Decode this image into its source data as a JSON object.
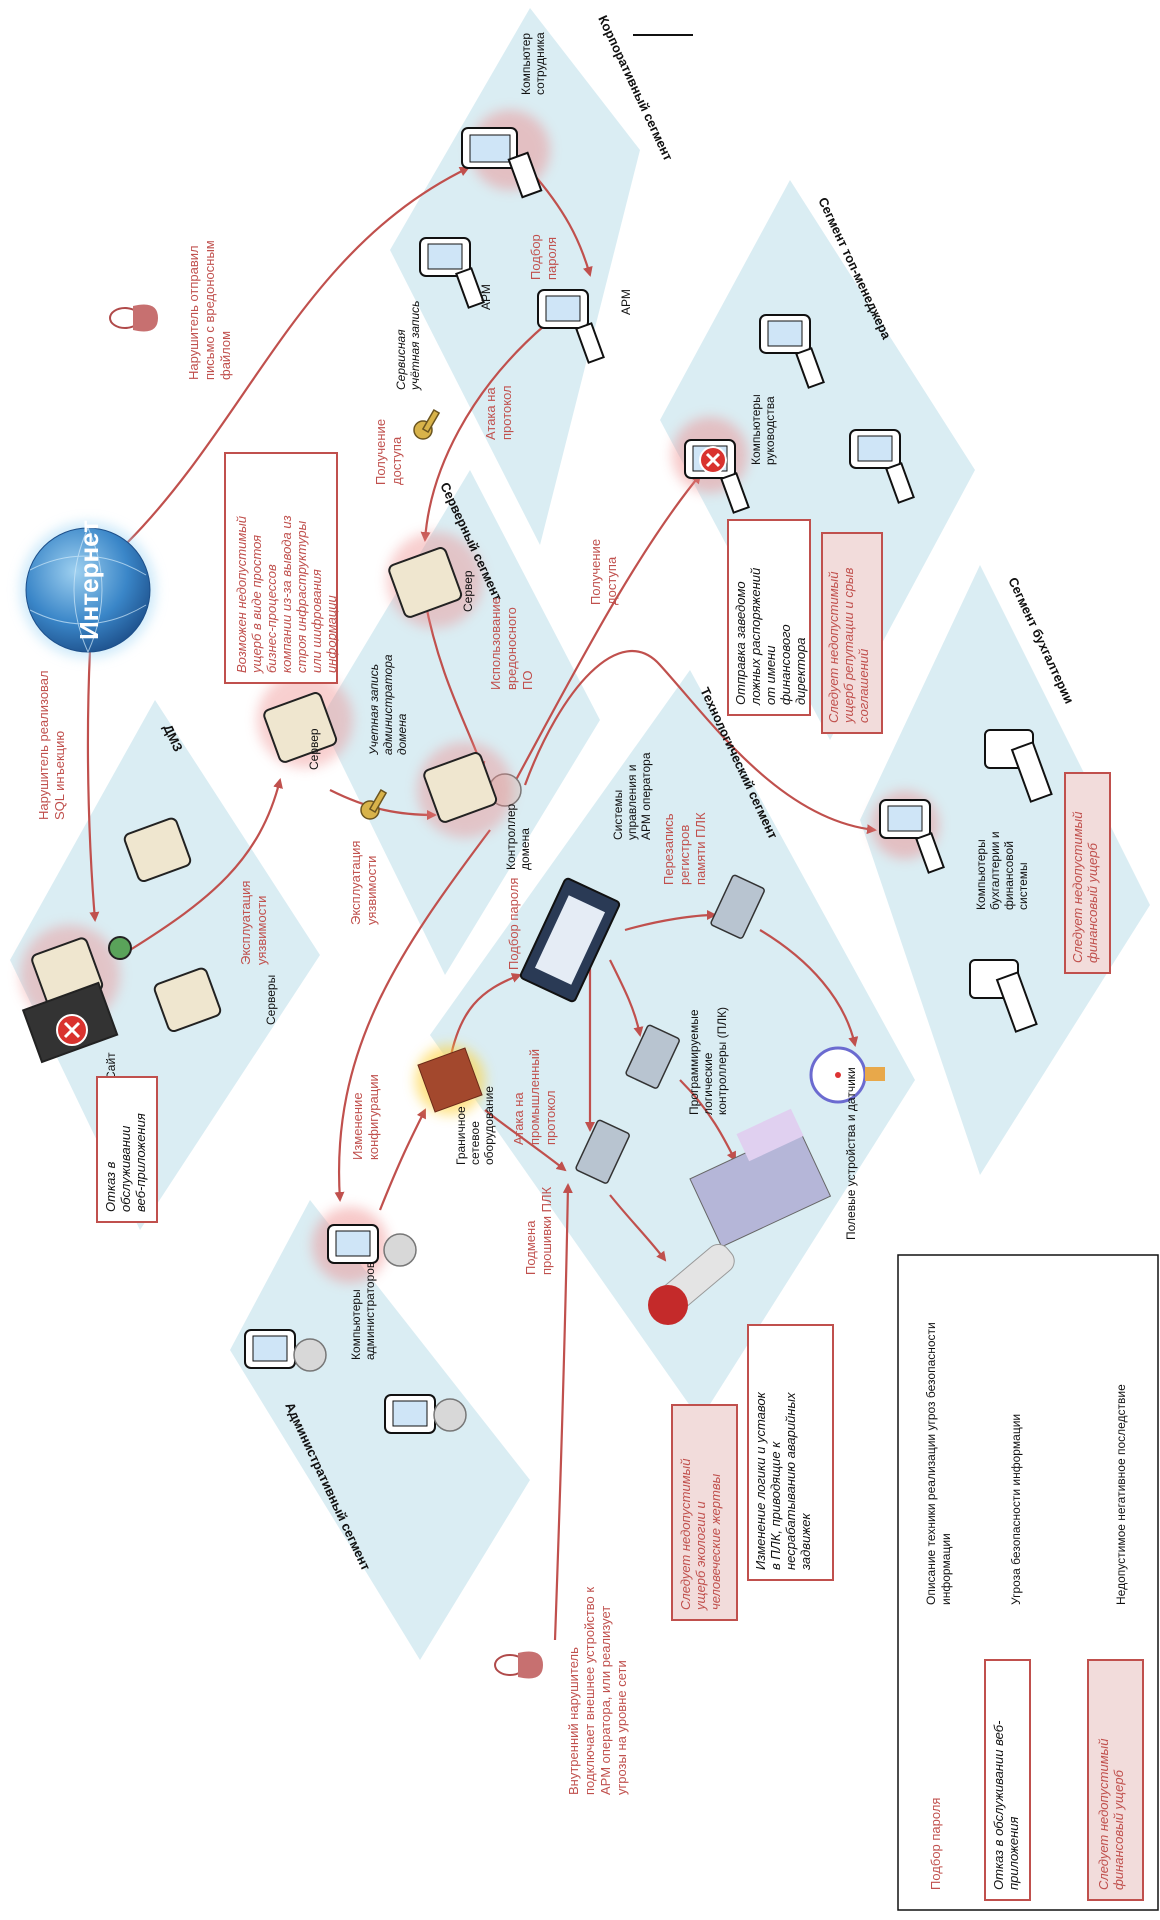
{
  "segments": {
    "corporate": "Корпоративный сегмент",
    "top_management": "Сегмент топ-менеджера",
    "server": "Серверный сегмент",
    "dmz": "ДМЗ",
    "technological": "Технологический сегмент",
    "accounting": "Сегмент бухгалтерии",
    "admin": "Административный сегмент"
  },
  "nodes": {
    "internet": "Интернет",
    "employee_pc": [
      "Компьютер",
      "сотрудника"
    ],
    "arm1": "АРМ",
    "arm2": "АРМ",
    "service_account": [
      "Сервисная",
      "учётная запись"
    ],
    "mgmt_pcs": [
      "Компьютеры",
      "руководства"
    ],
    "server1": "Сервер",
    "server2": "Сервер",
    "domain_admin_account": [
      "Учетная запись",
      "администратора",
      "домена"
    ],
    "domain_controller": [
      "Контроллер",
      "домена"
    ],
    "site": "Сайт",
    "servers": "Серверы",
    "control_systems": [
      "Системы",
      "управления и",
      "АРМ оператора"
    ],
    "plc": [
      "Программируемые",
      "логические",
      "контроллеры (ПЛК)"
    ],
    "field_devices": "Полевые устройства и датчики",
    "border_net": [
      "Граничное",
      "сетевое",
      "оборудование"
    ],
    "accounting_pcs": [
      "Компьютеры",
      "бухгалтерии и",
      "финансовой",
      "системы"
    ],
    "admin_pcs": [
      "Компьютеры",
      "администраторов"
    ]
  },
  "techniques": {
    "sent_malware_letter": [
      "Нарушитель отправил",
      "письмо с вредоносным",
      "файлом"
    ],
    "password_guess_1": [
      "Подбор",
      "пароля"
    ],
    "protocol_attack": [
      "Атака на",
      "протокол"
    ],
    "access_gain_1": [
      "Получение",
      "доступа"
    ],
    "access_gain_2": [
      "Получение",
      "доступа"
    ],
    "malware_use": [
      "Использование",
      "вредоносного",
      "ПО"
    ],
    "sql_injection": [
      "Нарушитель реализовал",
      "SQL инъекцию"
    ],
    "vuln_exploit_1": [
      "Эксплуатация",
      "уязвимости"
    ],
    "vuln_exploit_2": [
      "Эксплуатация",
      "уязвимости"
    ],
    "password_guess_2": "Подбор пароля",
    "plc_register_rewrite": [
      "Перезапись",
      "регистров",
      "памяти ПЛК"
    ],
    "config_change": [
      "Изменение",
      "конфигурации"
    ],
    "industrial_protocol_attack": [
      "Атака на",
      "промышленный",
      "протокол"
    ],
    "plc_firmware_swap": [
      "Подмена",
      "прошивки ПЛК"
    ],
    "insider": [
      "Внутренний нарушитель",
      "подключает внешнее устройство к",
      "АРМ оператора, или реализует",
      "угрозы на уровне сети"
    ]
  },
  "threats": {
    "downtime": [
      "Возможен недопустимый",
      "ущерб в виде простоя",
      "бизнес-процессов",
      "компании из-за вывода из",
      "строя инфраструктуры",
      "или шифрования",
      "информации"
    ],
    "false_orders": [
      "Отправка заведомо",
      "ложных распоряжений",
      "от имени",
      "финансового",
      "директора"
    ],
    "web_dos": [
      "Отказ в",
      "обслуживании",
      "веб-приложения"
    ],
    "plc_logic_change": [
      "Изменение логики и уставок",
      "в ПЛК, приводящие к",
      "несрабатыванию аварийных",
      "задвижек"
    ]
  },
  "consequences": {
    "reputation": [
      "Следует недопустимый",
      "ущерб репутации и срыв",
      "соглашений"
    ],
    "financial": [
      "Следует недопустимый",
      "финансовый ущерб"
    ],
    "ecology": [
      "Следует недопустимый",
      "ущерб экологии и",
      "человеческие жертвы"
    ]
  },
  "legend": {
    "technique_sample": "Подбор пароля",
    "technique_desc": [
      "Описание техники реализации угроз безопасности",
      "информации"
    ],
    "threat_sample": [
      "Отказ в обслуживании веб-",
      "приложения"
    ],
    "threat_desc": "Угроза безопасности информации",
    "consequence_sample": [
      "Следует недопустимый",
      "финансовый ущерб"
    ],
    "consequence_desc": "Недопустимое негативное последствие"
  },
  "colors": {
    "segment_fill": "#daedf3",
    "accent_red": "#c0504d",
    "threat_border": "#c0504d",
    "consequence_fill": "#f2dcdb"
  }
}
